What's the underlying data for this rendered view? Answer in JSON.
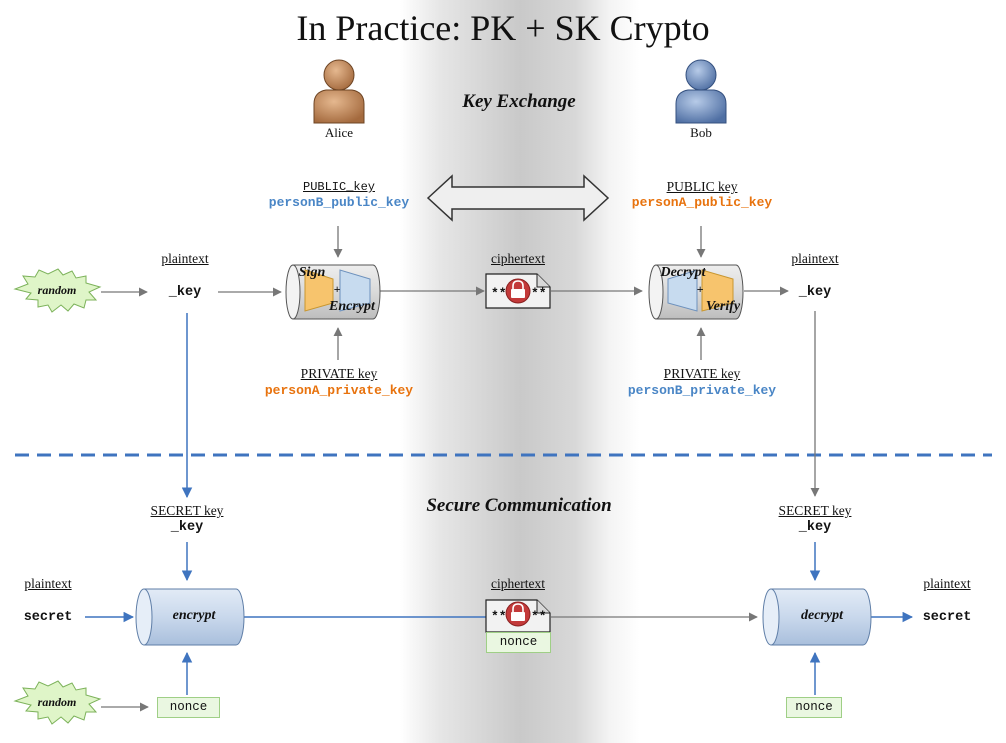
{
  "title": "In Practice: PK + SK Crypto",
  "sections": {
    "key_exchange": "Key Exchange",
    "secure_communication": "Secure Communication"
  },
  "people": {
    "alice": "Alice",
    "bob": "Bob"
  },
  "key_exchange": {
    "random": "random",
    "plaintext_left": "plaintext",
    "plaintext_left_value": "_key",
    "public_left_label": "PUBLIC_key",
    "public_left_value": "personB_public_key",
    "private_left_label": "PRIVATE key",
    "private_left_value": "personA_private_key",
    "sign": "Sign",
    "plus": "+",
    "encrypt": "Encrypt",
    "ciphertext": "ciphertext",
    "stars_left": "**",
    "stars_right": "**",
    "decrypt": "Decrypt",
    "verify": "Verify",
    "public_right_label": "PUBLIC key",
    "public_right_value": "personA_public_key",
    "private_right_label": "PRIVATE key",
    "private_right_value": "personB_private_key",
    "plaintext_right": "plaintext",
    "plaintext_right_value": "_key"
  },
  "secure_communication": {
    "secret_left_label": "SECRET key",
    "secret_left_value": "_key",
    "secret_right_label": "SECRET key",
    "secret_right_value": "_key",
    "plaintext_left": "plaintext",
    "plaintext_left_value": "secret",
    "encrypt": "encrypt",
    "ciphertext": "ciphertext",
    "stars_left": "**",
    "stars_right": "**",
    "nonce_cipher": "nonce",
    "decrypt": "decrypt",
    "plaintext_right": "plaintext",
    "plaintext_right_value": "secret",
    "random": "random",
    "nonce_left": "nonce",
    "nonce_right": "nonce"
  },
  "colors": {
    "blue_key": "#4a86c6",
    "orange_key": "#e8730e",
    "dashed_divider": "#3f74bf",
    "burst_fill": "#dff5c8",
    "nonce_fill": "#eaf7e1",
    "lock": "#c33a3a"
  },
  "icons": {
    "alice": "person-icon",
    "bob": "person-icon",
    "lock": "lock-icon",
    "double_arrow": "double-arrow-icon"
  }
}
